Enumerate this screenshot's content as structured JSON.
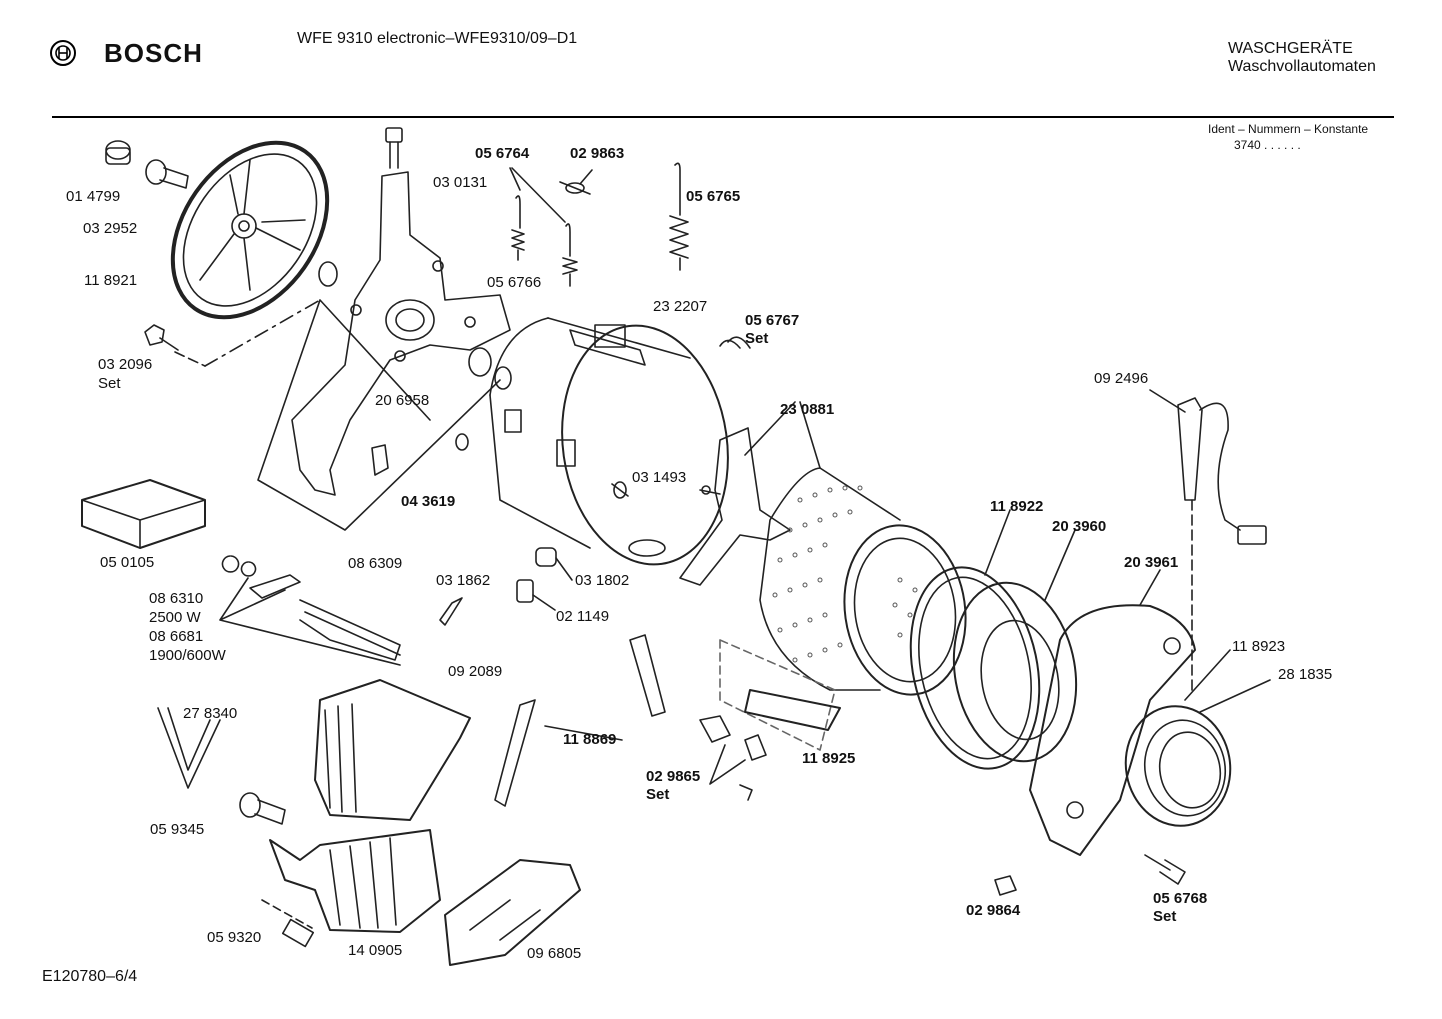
{
  "header": {
    "brand": "BOSCH",
    "model": "WFE 9310 electronic–WFE9310/09–D1",
    "category": "WASCHGERÄTE",
    "subcategory": "Waschvollautomaten",
    "ident_label": "Ident – Nummern – Konstante",
    "ident_value": "3740 . . . . . ."
  },
  "footer": {
    "drawing_id": "E120780–6/4"
  },
  "parts": {
    "p014799": "01 4799",
    "p032952": "03 2952",
    "p118921": "11 8921",
    "p032096": "03 2096",
    "set_032096": "Set",
    "p030131": "03 0131",
    "p206958": "20 6958",
    "p050105": "05 0105",
    "p086309": "08 6309",
    "p086310": "08 6310",
    "w2500": "2500 W",
    "p086681": "08 6681",
    "w1900": "1900/600W",
    "p278340": "27 8340",
    "p059345": "05 9345",
    "p059320": "05 9320",
    "p140905": "14 0905",
    "p092089": "09 2089",
    "p096805": "09 6805",
    "p056764": "05 6764",
    "p029863": "02 9863",
    "p056765": "05 6765",
    "p056766": "05 6766",
    "p232207": "23 2207",
    "p056767": "05 6767",
    "set_056767": "Set",
    "p043619": "04 3619",
    "p031493": "03 1493",
    "p031862": "03 1862",
    "p031802": "03 1802",
    "p021149": "02 1149",
    "p230881": "23 0881",
    "p118869": "11 8869",
    "p029865": "02 9865",
    "set_029865": "Set",
    "p118925": "11 8925",
    "p118922": "11 8922",
    "p203960": "20 3960",
    "p203961": "20 3961",
    "p092496": "09 2496",
    "p118923": "11 8923",
    "p281835": "28 1835",
    "p029864": "02 9864",
    "p056768": "05 6768",
    "set_056768": "Set"
  }
}
